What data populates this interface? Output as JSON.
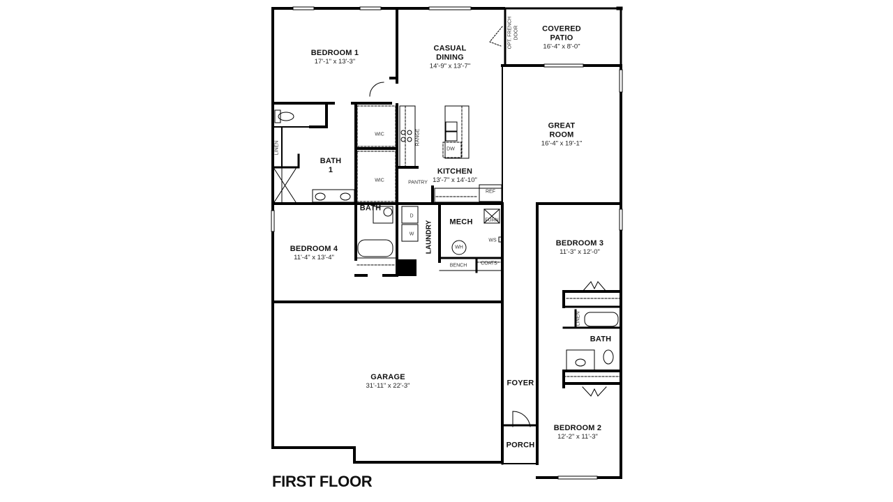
{
  "title": "FIRST FLOOR",
  "rooms": {
    "bedroom1": {
      "name": "BEDROOM 1",
      "dims": "17'-1\" x 13'-3\""
    },
    "casual_dining": {
      "name": "CASUAL DINING",
      "name_l1": "CASUAL",
      "name_l2": "DINING",
      "dims": "14'-9\" x 13'-7\""
    },
    "covered_patio": {
      "name_l1": "COVERED",
      "name_l2": "PATIO",
      "dims": "16'-4\" x 8'-0\""
    },
    "great_room": {
      "name_l1": "GREAT",
      "name_l2": "ROOM",
      "dims": "16'-4\" x 19'-1\""
    },
    "bath1": {
      "name_l1": "BATH",
      "name_l2": "1"
    },
    "kitchen": {
      "name": "KITCHEN",
      "dims": "13'-7\" x 14'-10\""
    },
    "bedroom4": {
      "name": "BEDROOM 4",
      "dims": "11'-4\" x 13'-4\""
    },
    "bath_hall": {
      "name": "BATH"
    },
    "laundry": {
      "name": "LAUNDRY"
    },
    "mech": {
      "name": "MECH"
    },
    "bedroom3": {
      "name": "BEDROOM 3",
      "dims": "11'-3\" x 12'-0\""
    },
    "bath_right": {
      "name": "BATH"
    },
    "garage": {
      "name": "GARAGE",
      "dims": "31'-11\" x 22'-3\""
    },
    "foyer": {
      "name": "FOYER"
    },
    "porch": {
      "name": "PORCH"
    },
    "bedroom2": {
      "name": "BEDROOM 2",
      "dims": "12'-2\" x 11'-3\""
    }
  },
  "fixtures": {
    "opt_french_door_l1": "OPT. FRENCH",
    "opt_french_door_l2": "DOOR",
    "wic_top": "WIC",
    "wic_bottom": "WIC",
    "linen_left": "LINEN",
    "linen_right": "LINEN",
    "range": "RANGE",
    "dw": "DW",
    "pantry": "PANTRY",
    "ref": "REF",
    "dryer": "D",
    "washer": "W",
    "furn": "FURN",
    "ws": "WS",
    "wh": "WH",
    "bench": "BENCH",
    "coats": "COATS"
  }
}
